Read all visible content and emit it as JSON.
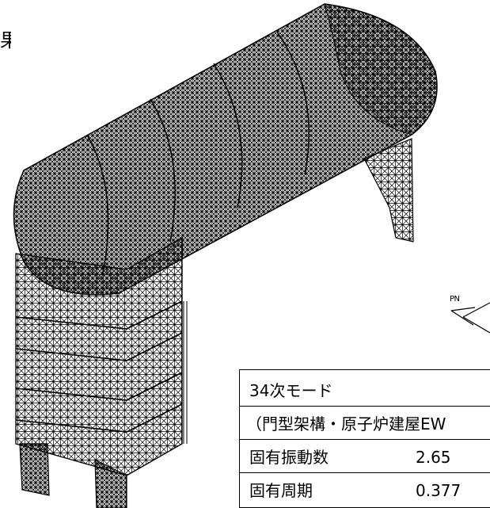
{
  "page_label": "果",
  "axis_label": "PN",
  "info_box": {
    "mode_title": "34次モード",
    "subtitle": "（門型架構・原子炉建屋EW",
    "rows": [
      {
        "label": "固有振動数",
        "value": "2.65"
      },
      {
        "label": "固有周期",
        "value": "0.377"
      }
    ]
  }
}
